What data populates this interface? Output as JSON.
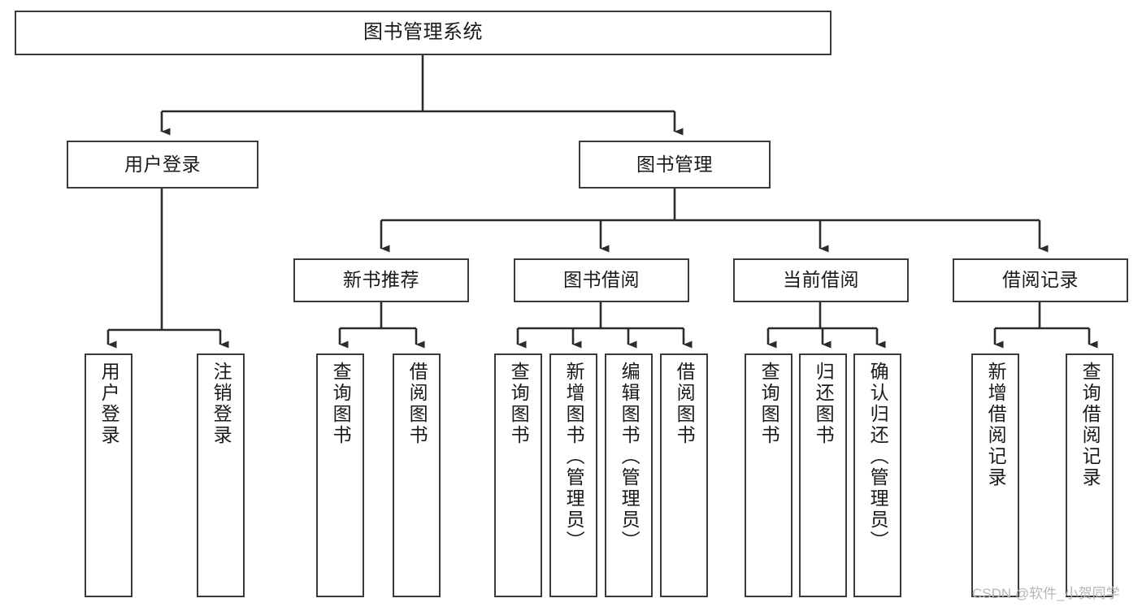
{
  "diagram": {
    "title": "图书管理系统",
    "type": "tree",
    "watermark": "CSDN @软件_小贺同学",
    "colors": {
      "box_border": "#3a3a3a",
      "box_fill": "#ffffff",
      "text": "#1a1a1a",
      "edge": "#2b2b2b",
      "watermark": "#b6b6b6"
    },
    "nodes": {
      "root": {
        "label": "图书管理系统"
      },
      "level2": [
        {
          "id": "user-login",
          "label": "用户登录"
        },
        {
          "id": "book-manage",
          "label": "图书管理"
        }
      ],
      "level3": [
        {
          "id": "new-book-rec",
          "label": "新书推荐"
        },
        {
          "id": "book-borrow",
          "label": "图书借阅"
        },
        {
          "id": "current-borrow",
          "label": "当前借阅"
        },
        {
          "id": "borrow-record",
          "label": "借阅记录"
        }
      ],
      "leaves": {
        "user-login": [
          {
            "id": "leaf-user-login",
            "label": "用户登录"
          },
          {
            "id": "leaf-logout",
            "label": "注销登录"
          }
        ],
        "new-book-rec": [
          {
            "id": "leaf-query-book-1",
            "label": "查询图书"
          },
          {
            "id": "leaf-borrow-book-1",
            "label": "借阅图书"
          }
        ],
        "book-borrow": [
          {
            "id": "leaf-query-book-2",
            "label": "查询图书"
          },
          {
            "id": "leaf-add-book",
            "label": "新增图书（管理员）"
          },
          {
            "id": "leaf-edit-book",
            "label": "编辑图书（管理员）"
          },
          {
            "id": "leaf-borrow-book-2",
            "label": "借阅图书"
          }
        ],
        "current-borrow": [
          {
            "id": "leaf-query-book-3",
            "label": "查询图书"
          },
          {
            "id": "leaf-return-book",
            "label": "归还图书"
          },
          {
            "id": "leaf-confirm-return",
            "label": "确认归还（管理员）"
          }
        ],
        "borrow-record": [
          {
            "id": "leaf-add-record",
            "label": "新增借阅记录"
          },
          {
            "id": "leaf-query-record",
            "label": "查询借阅记录"
          }
        ]
      }
    }
  }
}
